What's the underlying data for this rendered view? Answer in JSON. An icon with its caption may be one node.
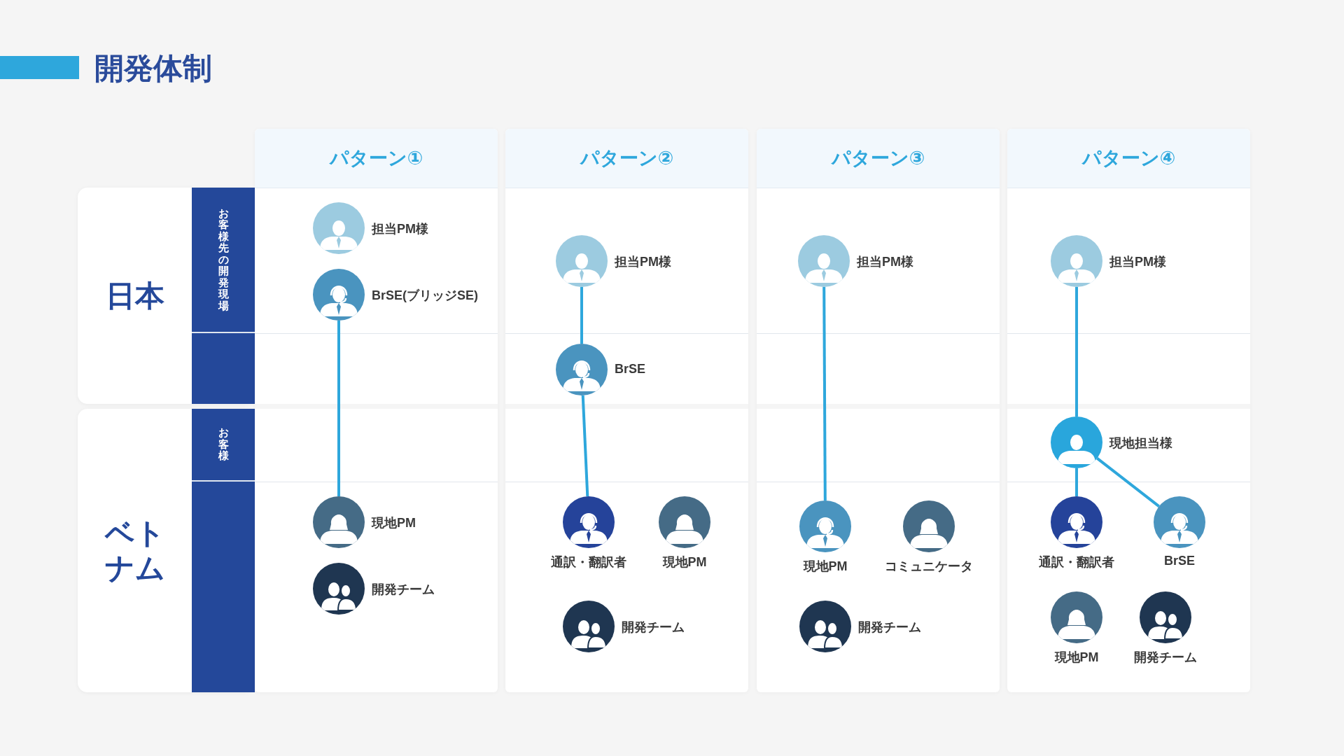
{
  "diagram": {
    "title": "開発体制",
    "nodes": [
      {
        "text": [
          "日本"
        ]
      },
      {
        "text": [
          "お客様先の開発現場"
        ],
        "in": 0
      },
      {
        "text": [],
        "shape": "bar",
        "in": 0
      },
      {
        "text": [
          "ベトナム"
        ]
      },
      {
        "text": [
          "お客様"
        ],
        "in": 3
      },
      {
        "text": [],
        "shape": "bar",
        "in": 3
      },
      {
        "text": [
          "パターン①"
        ]
      },
      {
        "text": [],
        "shape": "person",
        "beside": [
          "担当PM様"
        ],
        "in": 6
      },
      {
        "text": [],
        "shape": "person",
        "beside": [
          "BrSE(ブリッジSE)"
        ],
        "in": 6
      },
      {
        "text": [],
        "shape": "person",
        "beside": [
          "現地PM"
        ],
        "in": 6
      },
      {
        "text": [],
        "shape": "person",
        "beside": [
          "開発チーム"
        ],
        "in": 6
      },
      {
        "text": [
          "パターン②"
        ]
      },
      {
        "text": [],
        "shape": "person",
        "beside": [
          "担当PM様"
        ],
        "in": 11
      },
      {
        "text": [],
        "shape": "person",
        "beside": [
          "BrSE"
        ],
        "in": 11
      },
      {
        "text": [],
        "shape": "person",
        "beside": [
          "通訳・翻訳者"
        ],
        "in": 11
      },
      {
        "text": [],
        "shape": "person",
        "beside": [
          "現地PM"
        ],
        "in": 11
      },
      {
        "text": [],
        "shape": "person",
        "beside": [
          "開発チーム"
        ],
        "in": 11
      },
      {
        "text": [
          "パターン③"
        ]
      },
      {
        "text": [],
        "shape": "person",
        "beside": [
          "担当PM様"
        ],
        "in": 17
      },
      {
        "text": [],
        "shape": "person",
        "beside": [
          "現地PM"
        ],
        "in": 17
      },
      {
        "text": [],
        "shape": "person",
        "beside": [
          "コミュニケータ"
        ],
        "in": 17
      },
      {
        "text": [],
        "shape": "person",
        "beside": [
          "開発チーム"
        ],
        "in": 17
      },
      {
        "text": [
          "パターン④"
        ]
      },
      {
        "text": [],
        "shape": "person",
        "beside": [
          "担当PM様"
        ],
        "in": 22
      },
      {
        "text": [],
        "shape": "person",
        "beside": [
          "現地担当様"
        ],
        "in": 22
      },
      {
        "text": [],
        "shape": "person",
        "beside": [
          "通訳・翻訳者"
        ],
        "in": 22
      },
      {
        "text": [],
        "shape": "person",
        "beside": [
          "BrSE"
        ],
        "in": 22
      },
      {
        "text": [],
        "shape": "person",
        "beside": [
          "現地PM"
        ],
        "in": 22
      },
      {
        "text": [],
        "shape": "person",
        "beside": [
          "開発チーム"
        ],
        "in": 22
      }
    ],
    "edges": [
      {
        "from": 8,
        "to": 9,
        "arrow": "none"
      },
      {
        "from": 12,
        "to": 13,
        "arrow": "none"
      },
      {
        "from": 13,
        "to": 14,
        "arrow": "none"
      },
      {
        "from": 18,
        "to": 19,
        "arrow": "none"
      },
      {
        "from": 23,
        "to": 24,
        "arrow": "none"
      },
      {
        "from": 24,
        "to": 25,
        "arrow": "none"
      },
      {
        "from": 24,
        "to": 26,
        "arrow": "none"
      }
    ]
  }
}
